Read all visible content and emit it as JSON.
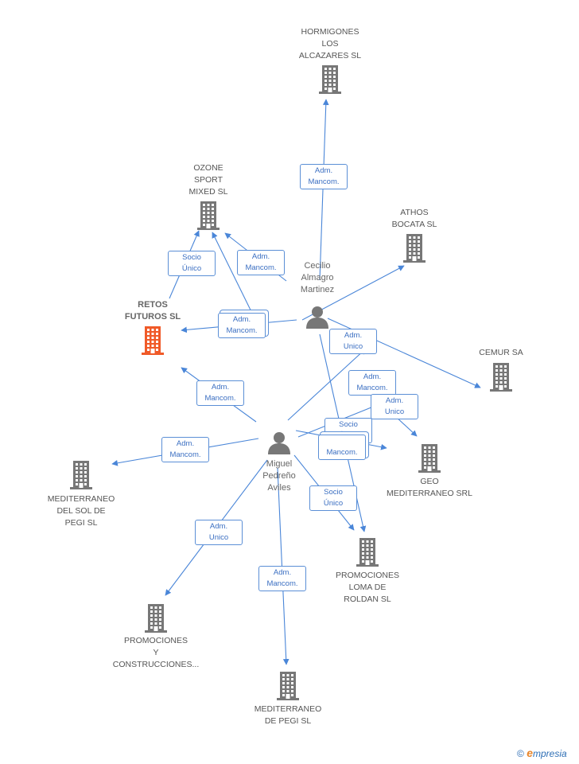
{
  "diagram": {
    "colors": {
      "edge": "#4a86d8",
      "building": "#777777",
      "building_main": "#f05a28",
      "person": "#777777",
      "badge_text": "#3b6fc2"
    },
    "companies": [
      {
        "id": "hormigones",
        "label": "HORMIGONES\nLOS\nALCAZARES SL",
        "icon": "building-icon"
      },
      {
        "id": "ozone",
        "label": "OZONE\nSPORT\nMIXED SL",
        "icon": "building-icon"
      },
      {
        "id": "athos",
        "label": "ATHOS\nBOCATA SL",
        "icon": "building-icon"
      },
      {
        "id": "retos",
        "label": "RETOS\nFUTUROS SL",
        "icon": "building-icon",
        "main": true
      },
      {
        "id": "cemur",
        "label": "CEMUR SA",
        "icon": "building-icon"
      },
      {
        "id": "geo",
        "label": "GEO\nMEDITERRANEO SRL",
        "icon": "building-icon"
      },
      {
        "id": "medsol",
        "label": "MEDITERRANEO\nDEL SOL DE\nPEGI SL",
        "icon": "building-icon"
      },
      {
        "id": "loma",
        "label": "PROMOCIONES\nLOMA DE\nROLDAN  SL",
        "icon": "building-icon"
      },
      {
        "id": "promoy",
        "label": "PROMOCIONES\nY\nCONSTRUCCIONES...",
        "icon": "building-icon"
      },
      {
        "id": "medpegi",
        "label": "MEDITERRANEO\nDE PEGI SL",
        "icon": "building-icon"
      }
    ],
    "persons": [
      {
        "id": "cecilio",
        "label": "Cecilio\nAlmagro\nMartinez",
        "icon": "person-icon"
      },
      {
        "id": "miguel",
        "label": "Miguel\nPedreño\nAviles",
        "icon": "person-icon"
      }
    ],
    "badges": [
      {
        "id": "b1",
        "text": "Adm.\nMancom."
      },
      {
        "id": "b2",
        "text": "Socio\nÚnico"
      },
      {
        "id": "b3",
        "text": "Adm.\nMancom."
      },
      {
        "id": "b4",
        "text": "Adm.\nMancom."
      },
      {
        "id": "b5",
        "text": "Adm.\nUnico"
      },
      {
        "id": "b6",
        "text": "Adm.\nMancom."
      },
      {
        "id": "b7",
        "text": "Adm.\nMancom."
      },
      {
        "id": "b8",
        "text": "Adm.\nUnico"
      },
      {
        "id": "b9",
        "text": "Socio\nÚnico"
      },
      {
        "id": "b10",
        "text": "Mancom."
      },
      {
        "id": "b11",
        "text": "Adm.\nMancom."
      },
      {
        "id": "b12",
        "text": "Socio\nÚnico"
      },
      {
        "id": "b13",
        "text": "Adm.\nUnico"
      },
      {
        "id": "b14",
        "text": "Adm.\nMancom."
      }
    ],
    "brand": {
      "copyright": "©",
      "initial": "e",
      "rest": "mpresia"
    }
  }
}
